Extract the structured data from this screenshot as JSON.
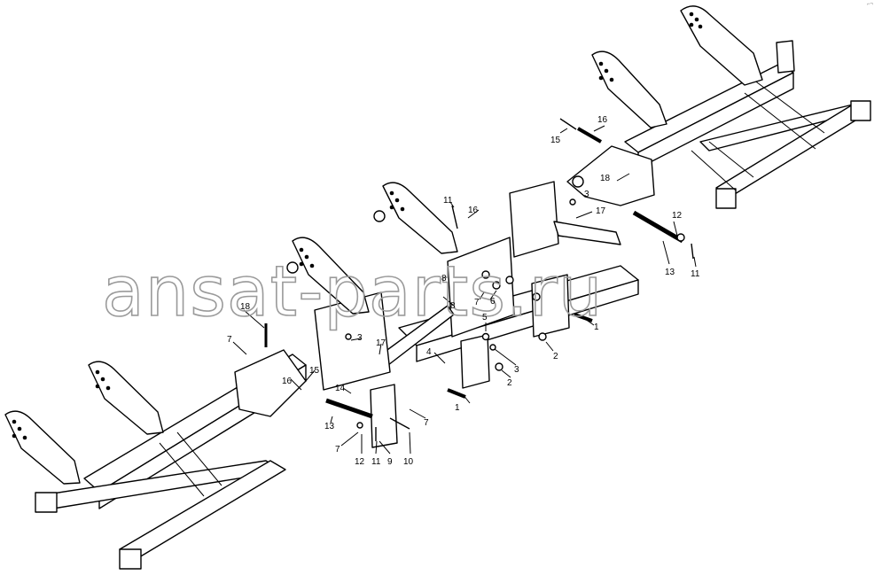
{
  "watermark": "ansat-parts.ru",
  "corner_mark": "⌐¬",
  "part_labels": [
    {
      "id": "c1",
      "text": "1"
    },
    {
      "id": "c2",
      "text": "1"
    },
    {
      "id": "c3",
      "text": "2"
    },
    {
      "id": "c4",
      "text": "2"
    },
    {
      "id": "c5",
      "text": "3"
    },
    {
      "id": "c6",
      "text": "3"
    },
    {
      "id": "c7",
      "text": "3"
    },
    {
      "id": "c8",
      "text": "4"
    },
    {
      "id": "c9",
      "text": "5"
    },
    {
      "id": "c10",
      "text": "6"
    },
    {
      "id": "c11",
      "text": "7"
    },
    {
      "id": "c12",
      "text": "7"
    },
    {
      "id": "c13",
      "text": "7"
    },
    {
      "id": "c14",
      "text": "7"
    },
    {
      "id": "c15",
      "text": "8"
    },
    {
      "id": "c16",
      "text": "8"
    },
    {
      "id": "c17",
      "text": "9"
    },
    {
      "id": "c18",
      "text": "10"
    },
    {
      "id": "c19",
      "text": "11"
    },
    {
      "id": "c20",
      "text": "11"
    },
    {
      "id": "c21",
      "text": "11"
    },
    {
      "id": "c22",
      "text": "12"
    },
    {
      "id": "c23",
      "text": "12"
    },
    {
      "id": "c24",
      "text": "13"
    },
    {
      "id": "c25",
      "text": "13"
    },
    {
      "id": "c26",
      "text": "14"
    },
    {
      "id": "c27",
      "text": "15"
    },
    {
      "id": "c28",
      "text": "15"
    },
    {
      "id": "c29",
      "text": "16"
    },
    {
      "id": "c30",
      "text": "16"
    },
    {
      "id": "c31",
      "text": "16"
    },
    {
      "id": "c32",
      "text": "17"
    },
    {
      "id": "c33",
      "text": "17"
    },
    {
      "id": "c34",
      "text": "18"
    },
    {
      "id": "c35",
      "text": "18"
    }
  ]
}
